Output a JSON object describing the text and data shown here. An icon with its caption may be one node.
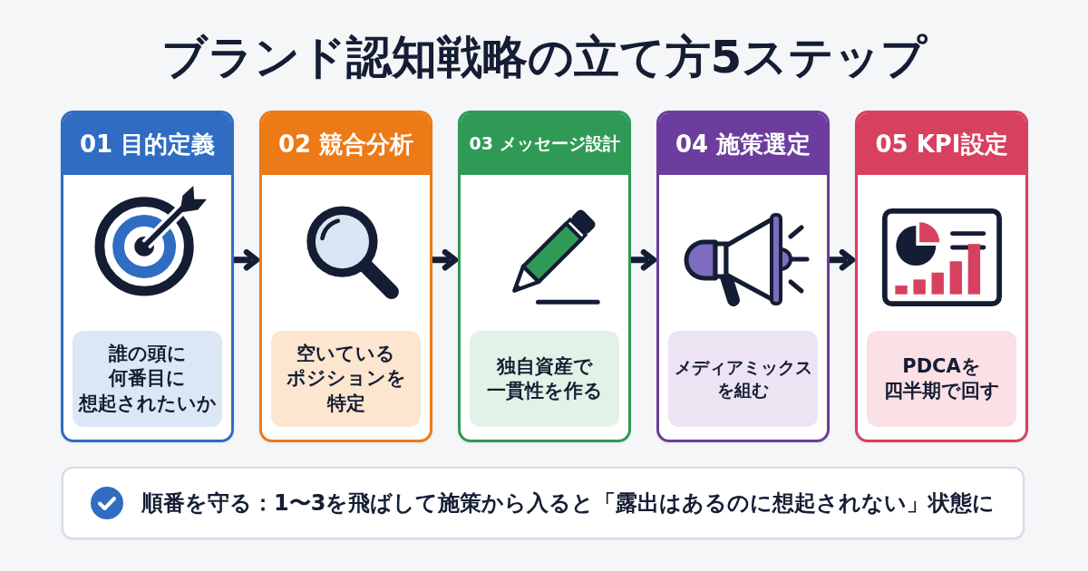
{
  "diagram": {
    "title": "ブランド認知戦略の立て方5ステップ",
    "nodes": [
      {
        "text": [
          "01 目的定義"
        ]
      },
      {
        "text": [
          "誰の頭に何番目に想起されたいか"
        ],
        "in": 0
      },
      {
        "text": [
          "02 競合分析"
        ]
      },
      {
        "text": [
          "空いているポジションを特定"
        ],
        "in": 2
      },
      {
        "text": [
          "03 メッセージ設計"
        ]
      },
      {
        "text": [
          "独自資産で一貫性を作る"
        ],
        "in": 4
      },
      {
        "text": [
          "04 施策選定"
        ]
      },
      {
        "text": [
          "メディアミックスを組む"
        ],
        "in": 6
      },
      {
        "text": [
          "05 KPI設定"
        ]
      },
      {
        "text": [
          "PDCAを四半期で回す"
        ],
        "in": 8
      },
      {
        "text": [
          "順番を守る：1〜3を飛ばして施策から入ると「露出はあるのに想起されない」状態に"
        ]
      }
    ],
    "edges": [
      {
        "from": 0,
        "to": 2,
        "arrow": "to"
      },
      {
        "from": 2,
        "to": 4,
        "arrow": "to"
      },
      {
        "from": 4,
        "to": 6,
        "arrow": "to"
      },
      {
        "from": 6,
        "to": 8,
        "arrow": "to"
      }
    ]
  }
}
